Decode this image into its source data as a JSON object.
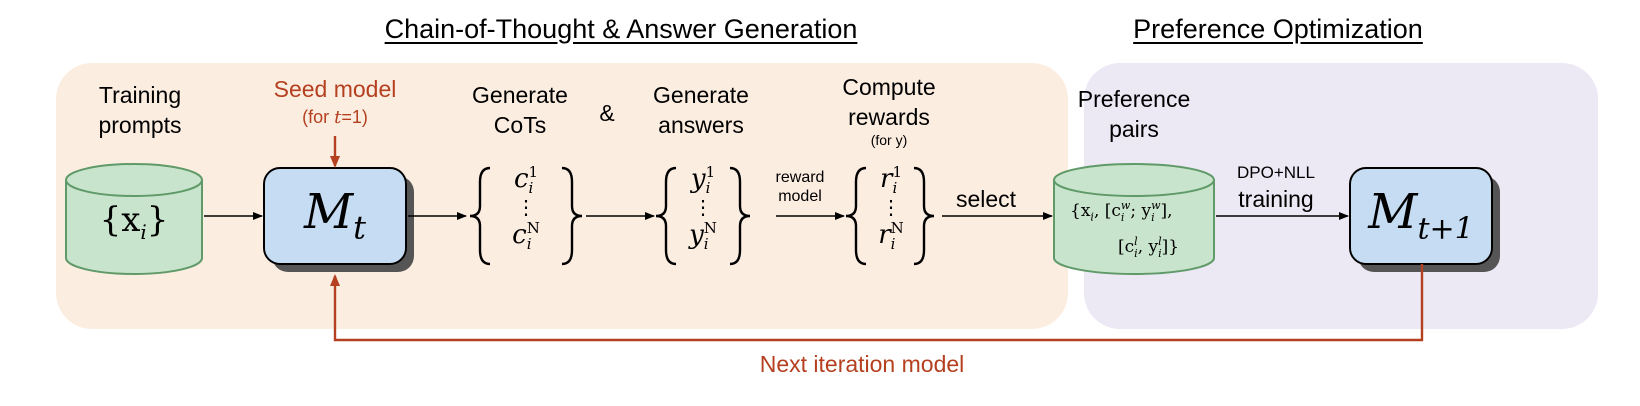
{
  "sections": {
    "generation_title": "Chain-of-Thought & Answer Generation",
    "preference_title": "Preference Optimization"
  },
  "labels": {
    "training_prompts_1": "Training",
    "training_prompts_2": "prompts",
    "seed_model": "Seed model",
    "seed_model_note_prefix": "(for ",
    "seed_model_note_var": "t",
    "seed_model_note_suffix": "=1)",
    "generate_cots_1": "Generate",
    "generate_cots_2": "CoTs",
    "ampersand": "&",
    "generate_answers_1": "Generate",
    "generate_answers_2": "answers",
    "compute_rewards_1": "Compute",
    "compute_rewards_2": "rewards",
    "compute_rewards_note": "(for y)",
    "reward_model_1": "reward",
    "reward_model_2": "model",
    "select": "select",
    "preference_pairs_1": "Preference",
    "preference_pairs_2": "pairs",
    "dpo_1": "DPO+NLL",
    "dpo_2": "training",
    "next_iteration": "Next iteration model"
  },
  "math": {
    "dataset": "{x",
    "dataset_sub": "i",
    "dataset_close": "}",
    "model_t": "M",
    "model_t_sub": "t",
    "model_t1": "M",
    "model_t1_sub": "t+1",
    "cot_var": "c",
    "answer_var": "y",
    "reward_var": "r",
    "idx_sub": "i",
    "sup_first": "1",
    "sup_last": "N",
    "vdots": "⋮",
    "pairs_line1": "{x",
    "pairs_line1_b": ", [c",
    "pairs_line1_c": "; y",
    "pairs_line1_d": "],",
    "pairs_line2": "[c",
    "pairs_line2_b": ", y",
    "pairs_line2_c": "]}",
    "sup_w": "w",
    "sup_l": "l"
  },
  "colors": {
    "panel_generation": "#fcede1",
    "panel_preference": "#ece8f4",
    "model_box": "#c5dcf2",
    "dataset_fill": "#c9e4cc",
    "dataset_stroke": "#5f9a68",
    "accent_red": "#b5401f"
  }
}
